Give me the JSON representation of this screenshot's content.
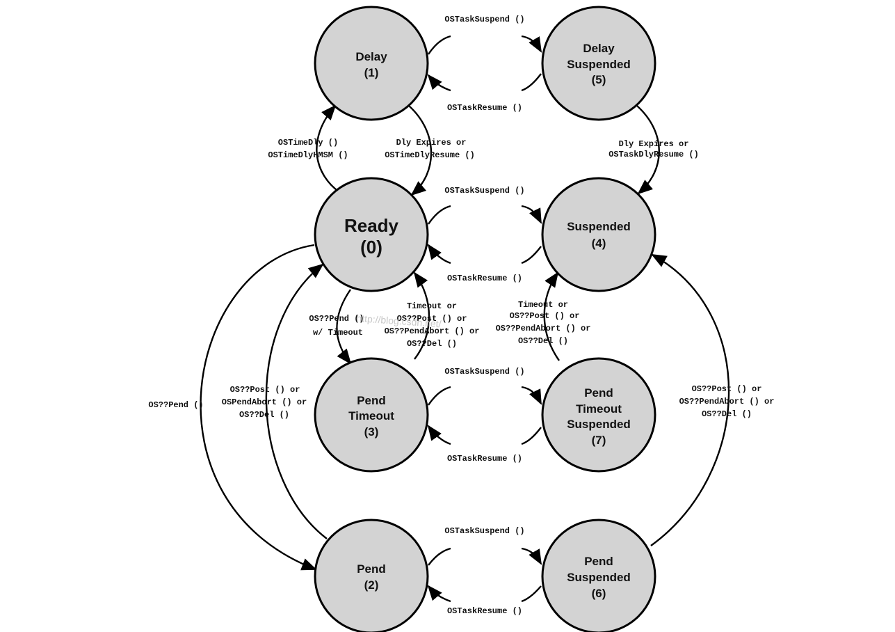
{
  "states": {
    "delay": [
      "Delay",
      "(1)"
    ],
    "delay_suspended": [
      "Delay",
      "Suspended",
      "(5)"
    ],
    "ready": [
      "Ready",
      "(0)"
    ],
    "suspended": [
      "Suspended",
      "(4)"
    ],
    "pend_timeout": [
      "Pend",
      "Timeout",
      "(3)"
    ],
    "pend_timeout_suspended": [
      "Pend",
      "Timeout",
      "Suspended",
      "(7)"
    ],
    "pend": [
      "Pend",
      "(2)"
    ],
    "pend_suspended": [
      "Pend",
      "Suspended",
      "(6)"
    ]
  },
  "labels": {
    "suspend_row1": "OSTaskSuspend ()",
    "resume_row1": "OSTaskResume ()",
    "suspend_row2": "OSTaskSuspend ()",
    "resume_row2": "OSTaskResume ()",
    "suspend_row3": "OSTaskSuspend ()",
    "resume_row3": "OSTaskResume ()",
    "suspend_row4": "OSTaskSuspend ()",
    "resume_row4": "OSTaskResume ()",
    "ready_to_delay": [
      "OSTimeDly ()",
      "OSTimeDlyHMSM ()"
    ],
    "delay_to_ready": [
      "Dly Expires or",
      "OSTimeDlyResume ()"
    ],
    "delaysusp_to_susp": [
      "Dly Expires or",
      "OSTaskDlyResume ()"
    ],
    "ready_to_pendtimeout": [
      "OS??Pend ()",
      "w/ Timeout"
    ],
    "pendtimeout_to_ready": [
      "Timeout or",
      "OS??Post () or",
      "OS??PendAbort () or",
      "OS??Del ()"
    ],
    "pts_to_susp": [
      "Timeout or",
      "OS??Post () or",
      "OS??PendAbort () or",
      "OS??Del ()"
    ],
    "ready_to_pend": "OS??Pend ()",
    "pend_to_ready": [
      "OS??Post () or",
      "OSPendAbort () or",
      "OS??Del ()"
    ],
    "pendsusp_to_susp": [
      "OS??Post () or",
      "OS??PendAbort () or",
      "OS??Del ()"
    ]
  },
  "watermark": "http://blog.csdn.net/"
}
